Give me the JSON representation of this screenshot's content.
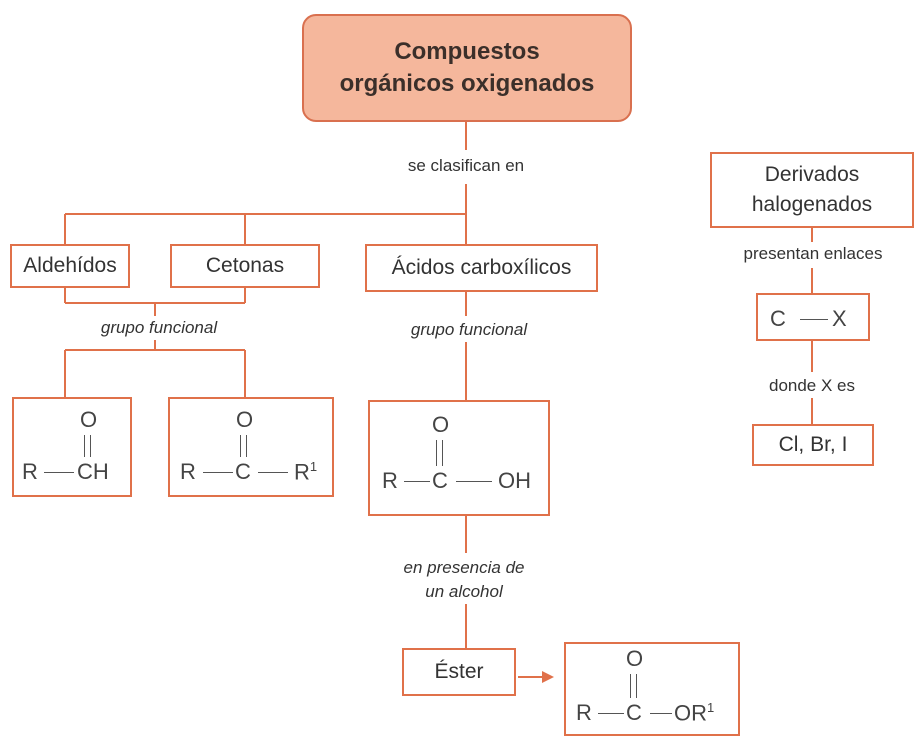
{
  "title": {
    "line1": "Compuestos",
    "line2": "orgánicos oxigenados"
  },
  "connectors": {
    "classify": "se clasifican en",
    "group_left": "grupo funcional",
    "group_right": "grupo funcional",
    "alcohol_line1": "en presencia de",
    "alcohol_line2": "un alcohol",
    "bonds": "presentan enlaces",
    "where_x": "donde X es"
  },
  "categories": {
    "aldehydes": "Aldehídos",
    "ketones": "Cetonas",
    "acids": "Ácidos carboxílicos",
    "ester": "Éster",
    "halogen_line1": "Derivados",
    "halogen_line2": "halogenados"
  },
  "halogen": {
    "bond_c": "C",
    "bond_x": "X",
    "elements": "Cl, Br, I"
  },
  "formulas": {
    "aldehyde": {
      "o": "O",
      "r": "R",
      "c": "CH"
    },
    "ketone": {
      "o": "O",
      "r": "R",
      "c": "C",
      "r2": "R",
      "r2_sup": "1"
    },
    "acid": {
      "o": "O",
      "r": "R",
      "c": "C",
      "oh": "OH"
    },
    "ester": {
      "o": "O",
      "r": "R",
      "c": "C",
      "or": "OR",
      "or_sup": "1"
    }
  },
  "colors": {
    "accent": "#e0714a",
    "title_fill": "#f5b79c"
  }
}
